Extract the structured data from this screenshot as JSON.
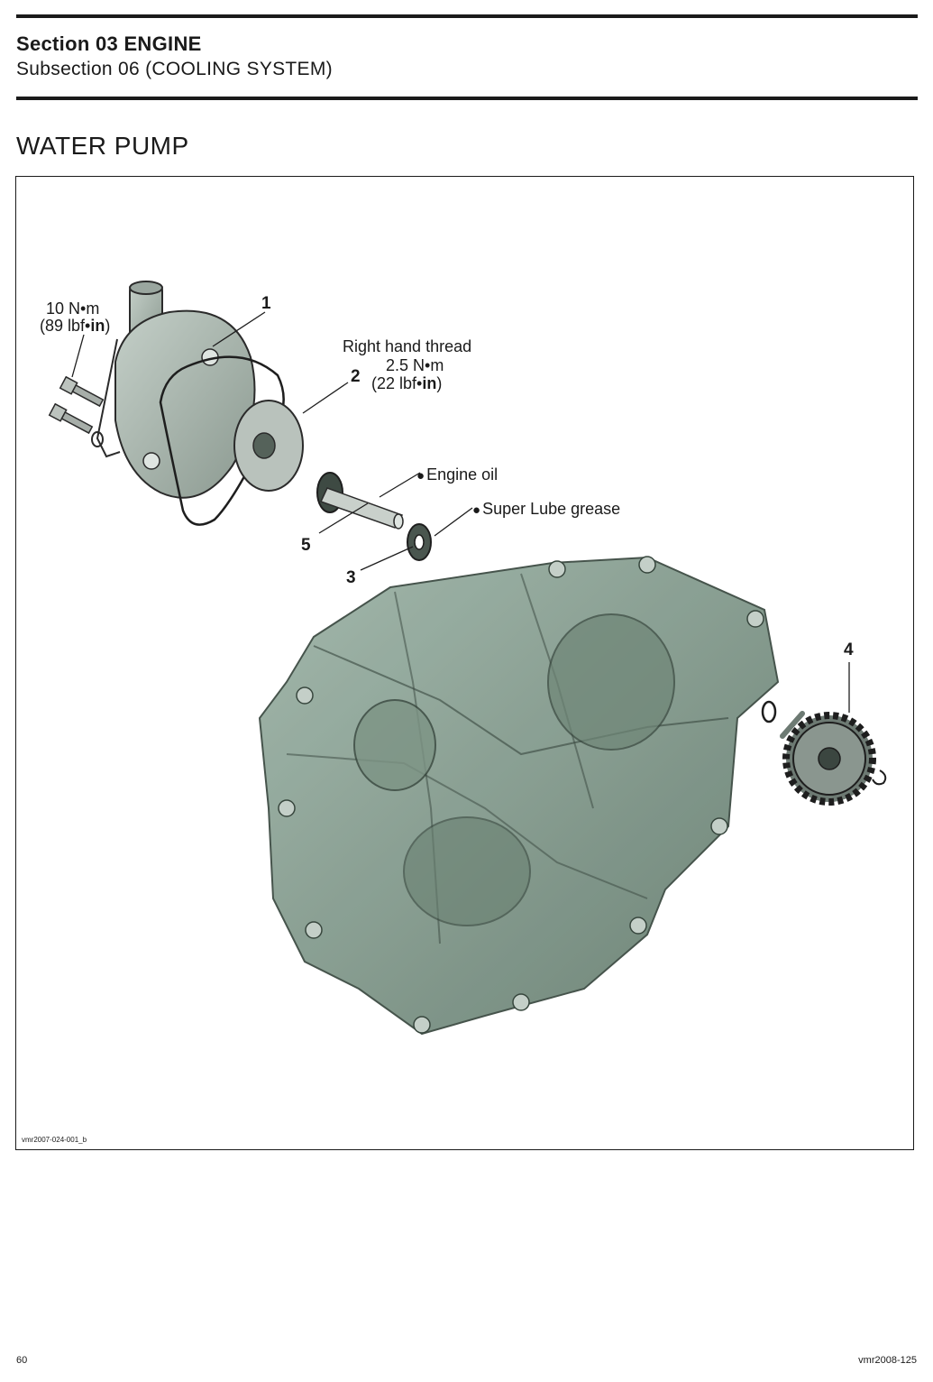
{
  "header": {
    "section": "Section 03 ENGINE",
    "subsection": "Subsection 06 (COOLING SYSTEM)"
  },
  "page_title": "WATER PUMP",
  "figure": {
    "id": "vmr2007-024-001_b",
    "torque_1_nm": "10 N•m",
    "torque_1_imperial_prefix": "(89 lbf•",
    "torque_1_imperial_unit": "in",
    "torque_1_imperial_suffix": ")",
    "thread_note": "Right hand thread",
    "torque_2_nm": "2.5 N•m",
    "torque_2_imperial_prefix": "(22 lbf•",
    "torque_2_imperial_unit": "in",
    "torque_2_imperial_suffix": ")",
    "lubricant_1": "Engine oil",
    "lubricant_2": "Super Lube grease",
    "lubricant_icon": "oil-drop-icon",
    "callouts": [
      "1",
      "2",
      "3",
      "4",
      "5"
    ]
  },
  "footer": {
    "page_number": "60",
    "doc_id": "vmr2008-125"
  }
}
